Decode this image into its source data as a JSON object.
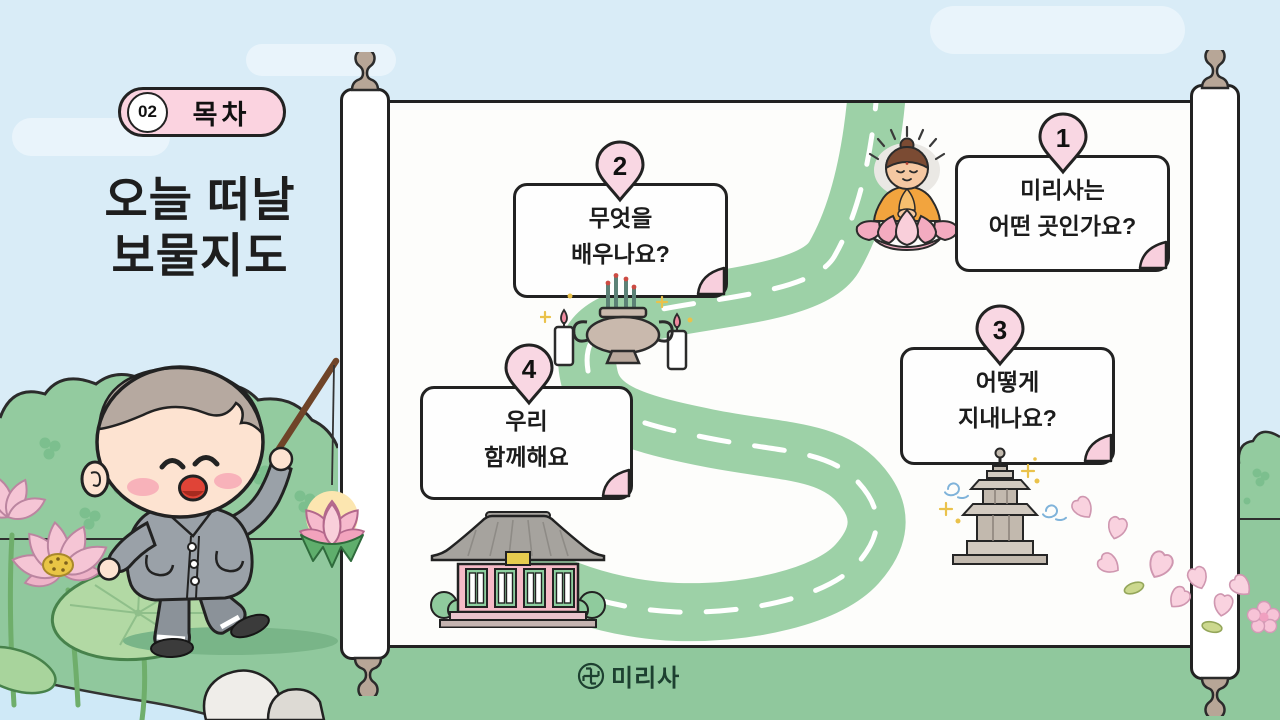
{
  "badge": {
    "number": "02",
    "label": "목차"
  },
  "title": {
    "line1": "오늘 떠날",
    "line2": "보물지도"
  },
  "toc": {
    "items": [
      {
        "number": "1",
        "line1": "미리사는",
        "line2": "어떤 곳인가요?"
      },
      {
        "number": "2",
        "line1": "무엇을",
        "line2": "배우나요?"
      },
      {
        "number": "3",
        "line1": "어떻게",
        "line2": "지내나요?"
      },
      {
        "number": "4",
        "line1": "우리",
        "line2": "함께해요"
      }
    ]
  },
  "footer": {
    "brand": "미리사"
  },
  "icons": [
    "manji-icon",
    "buddha-icon",
    "incense-burner-icon",
    "candle-icon",
    "temple-icon",
    "pagoda-icon",
    "lotus-flower-icon",
    "lotus-lantern-icon",
    "monk-character",
    "map-pin-icon",
    "cloud-swirl-icon",
    "sparkle-icon",
    "petal-icon",
    "scroll-map-icon"
  ],
  "colors": {
    "sky": "#d9ecf7",
    "grass": "#90c89d",
    "bush": "#93cb9f",
    "path_green": "#9dd1a7",
    "accent_pink": "#f9d7e2",
    "outline": "#222222",
    "logo_green": "#1d4030"
  }
}
